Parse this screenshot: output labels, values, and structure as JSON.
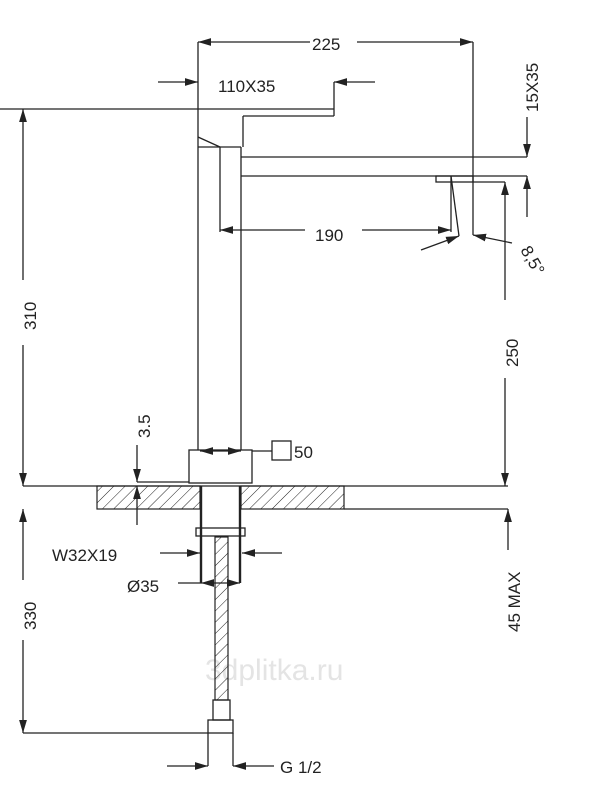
{
  "drawing": {
    "dimensions": {
      "overall_reach": "225",
      "handle": "110X35",
      "spout_section": "15X35",
      "spout_length": "190",
      "spout_angle": "8,5°",
      "spout_height": "250",
      "total_height": "310",
      "base_gap": "3.5",
      "base_square": "50",
      "max_deck": "45 MAX",
      "shank_thread": "W32X19",
      "hole_diameter": "Ø35",
      "hose_length": "330",
      "connection": "G 1/2"
    },
    "watermark": "3dplitka.ru"
  }
}
